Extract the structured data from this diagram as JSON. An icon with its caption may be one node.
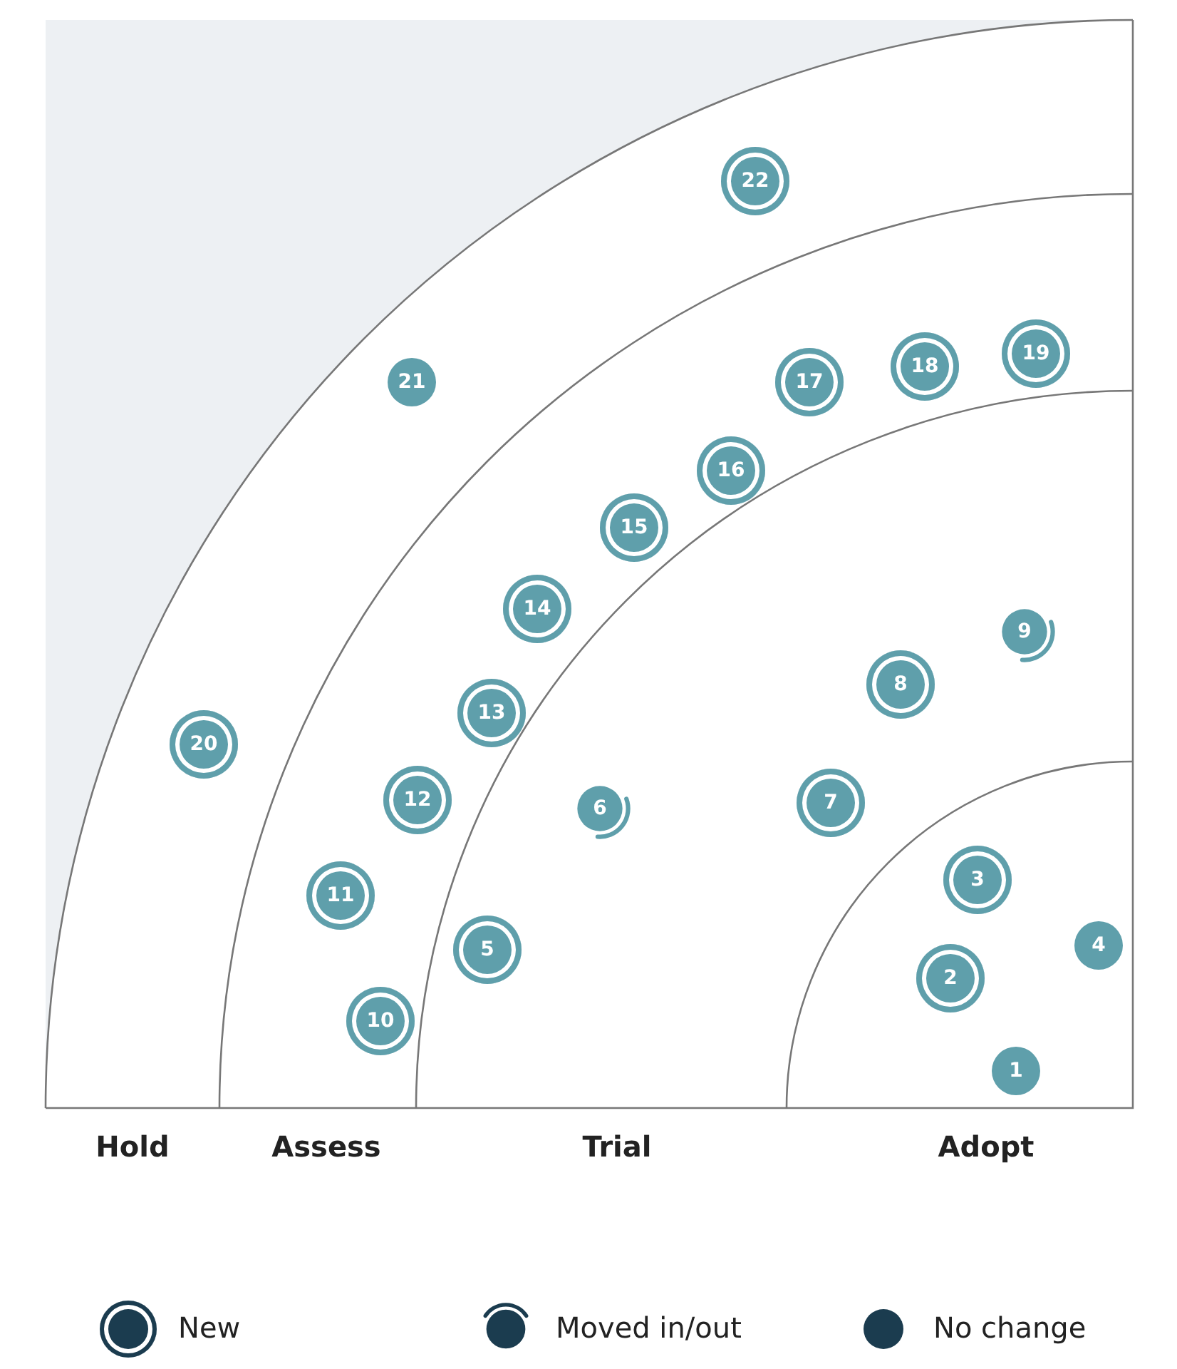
{
  "diagram": {
    "nodes": [
      {
        "text": [
          "1"
        ]
      },
      {
        "text": [
          "2"
        ]
      },
      {
        "text": [
          "3"
        ]
      },
      {
        "text": [
          "4"
        ]
      },
      {
        "text": [
          "5"
        ]
      },
      {
        "text": [
          "6"
        ]
      },
      {
        "text": [
          "7"
        ]
      },
      {
        "text": [
          "8"
        ]
      },
      {
        "text": [
          "9"
        ]
      },
      {
        "text": [
          "10"
        ]
      },
      {
        "text": [
          "11"
        ]
      },
      {
        "text": [
          "12"
        ]
      },
      {
        "text": [
          "13"
        ]
      },
      {
        "text": [
          "14"
        ]
      },
      {
        "text": [
          "15"
        ]
      },
      {
        "text": [
          "16"
        ]
      },
      {
        "text": [
          "17"
        ]
      },
      {
        "text": [
          "18"
        ]
      },
      {
        "text": [
          "19"
        ]
      },
      {
        "text": [
          "20"
        ]
      },
      {
        "text": [
          "21"
        ]
      },
      {
        "text": [
          "22"
        ]
      }
    ],
    "labels": [
      "Hold",
      "Assess",
      "Trial",
      "Adopt"
    ],
    "legend": [
      {
        "text": "New"
      },
      {
        "text": "Moved in/out"
      },
      {
        "text": "No change"
      }
    ]
  }
}
